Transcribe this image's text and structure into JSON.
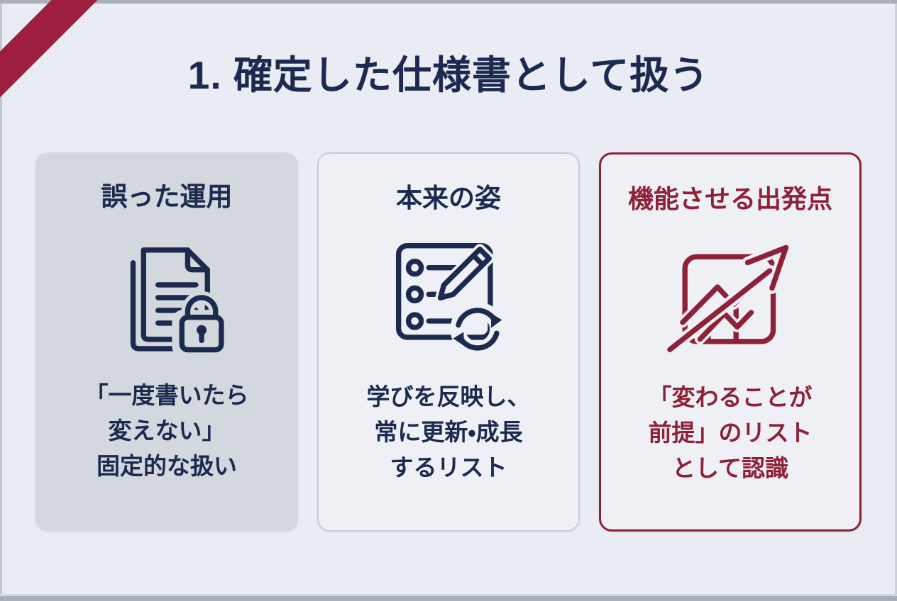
{
  "slide": {
    "title": "1. 確定した仕様書として扱う"
  },
  "colors": {
    "page_background": "#e9ecf2",
    "edge_strip": "#a9afba",
    "ribbon_red": "#9d1f3f",
    "accent_navy": "#1b2a4e",
    "accent_red": "#8e2138",
    "card_muted_background": "#d3d7de",
    "card_light_background": "#eef0f5",
    "card_outline_gray": "#c8ccd4"
  },
  "cards": [
    {
      "heading": "誤った運用",
      "icon": "locked-document-icon",
      "body_lines": [
        "「一度書いたら",
        "変えない」",
        "固定的な扱い"
      ]
    },
    {
      "heading": "本来の姿",
      "icon": "checklist-update-icon",
      "body_lines": [
        "学びを反映し、",
        "常に更新・成長",
        "するリスト"
      ]
    },
    {
      "heading": "機能させる出発点",
      "icon": "growth-chart-icon",
      "body_lines": [
        "「変わることが",
        "前提」のリスト",
        "として認識"
      ]
    }
  ]
}
